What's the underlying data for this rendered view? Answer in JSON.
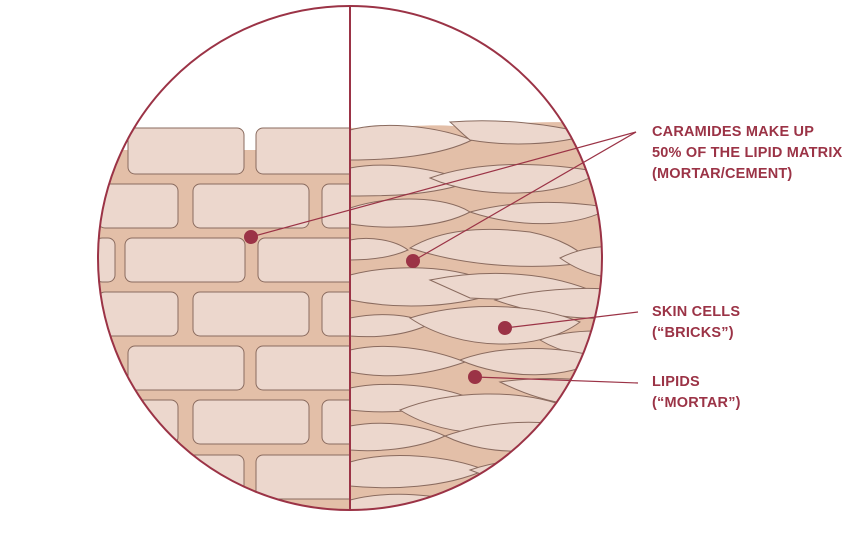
{
  "colors": {
    "outline": "#9b3346",
    "brick_fill": "#ecd7cd",
    "brick_stroke": "#8a6b5f",
    "mortar": "#e3bfa8",
    "dot": "#9b3346",
    "label_text": "#9b3346"
  },
  "labels": {
    "caramides": [
      "CARAMIDES MAKE UP",
      "50% OF THE LIPID MATRIX",
      "(MORTAR/CEMENT)"
    ],
    "skin_cells": [
      "SKIN CELLS",
      "(“BRICKS”)"
    ],
    "lipids": [
      "LIPIDS",
      "(“MORTAR”)"
    ]
  }
}
